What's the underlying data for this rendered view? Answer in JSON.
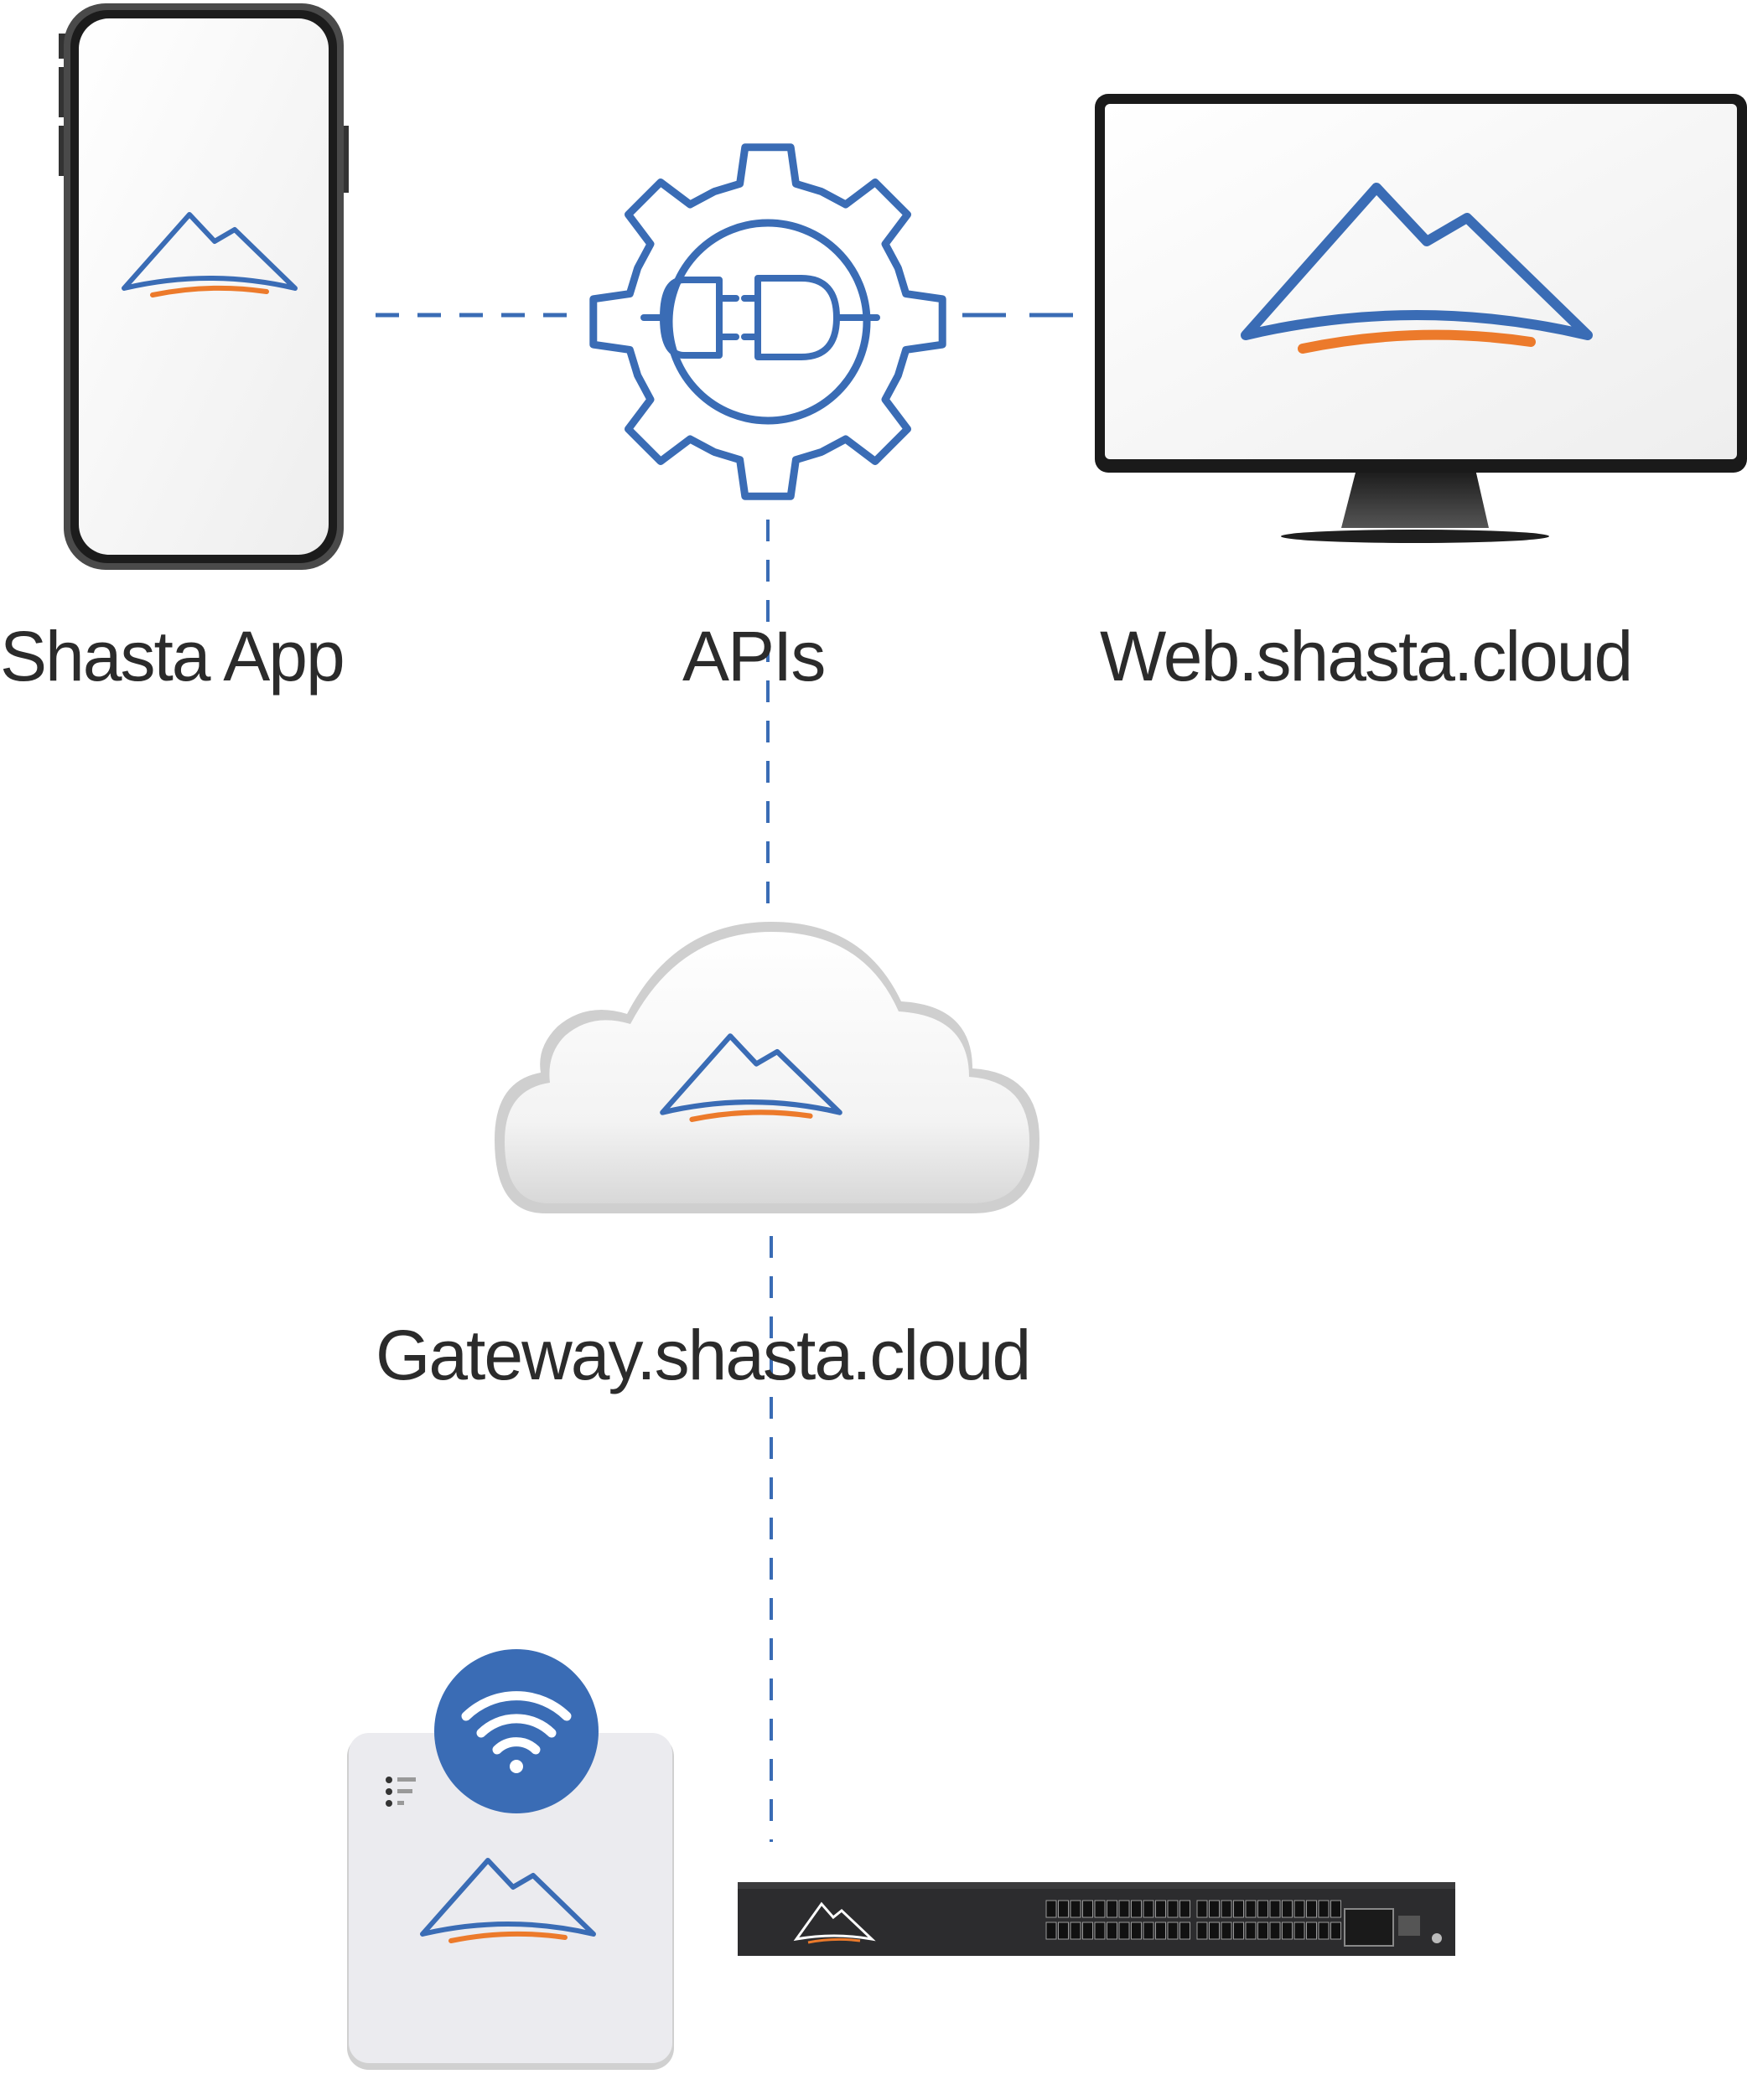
{
  "nodes": {
    "app": {
      "label": "Shasta App",
      "icon": "smartphone-icon"
    },
    "apis": {
      "label": "APIs",
      "icon": "gear-plug-icon"
    },
    "web": {
      "label": "Web.shasta.cloud",
      "icon": "monitor-icon"
    },
    "gateway": {
      "label": "Gateway.shasta.cloud",
      "icon": "cloud-icon"
    },
    "access_point": {
      "icon": "wifi-access-point-icon"
    },
    "switch": {
      "icon": "network-switch-icon"
    }
  },
  "edges": [
    {
      "from": "app",
      "to": "apis",
      "style": "dashed"
    },
    {
      "from": "apis",
      "to": "web",
      "style": "dashed"
    },
    {
      "from": "apis",
      "to": "gateway",
      "style": "dashed"
    },
    {
      "from": "gateway",
      "to": "switch",
      "style": "dashed"
    }
  ],
  "colors": {
    "brand_blue": "#3a6cb5",
    "brand_orange": "#ec7a2b",
    "text": "#2b2b2b",
    "device_dark": "#2a2a2a",
    "screen": "#f4f4f4"
  }
}
